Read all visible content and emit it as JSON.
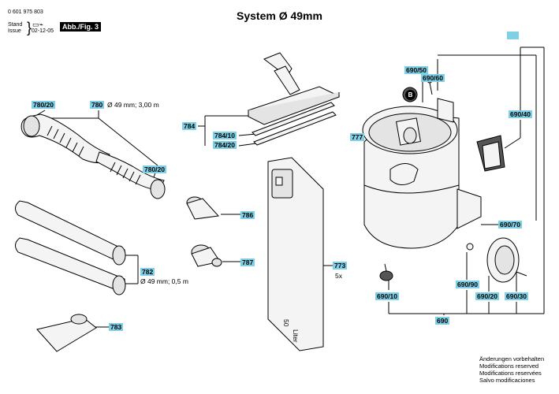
{
  "header": {
    "part_number": "0 601 975 803",
    "stand_label": "Stand",
    "issue_label": "Issue",
    "date": "02-12-05",
    "figure_label": "Abb./Fig. 3",
    "title": "System Ø 49mm"
  },
  "callouts": {
    "c780_20a": "780/20",
    "c780": "780",
    "c780_20b": "780/20",
    "c784": "784",
    "c784_10": "784/10",
    "c784_20": "784/20",
    "c786": "786",
    "c787": "787",
    "c782": "782",
    "c783": "783",
    "c773": "773",
    "c777": "777",
    "c690_50": "690/50",
    "c690_60": "690/60",
    "c690_40": "690/40",
    "c690_70": "690/70",
    "c690_90": "690/90",
    "c690_20": "690/20",
    "c690_30": "690/30",
    "c690_10": "690/10",
    "c690": "690",
    "cB": "B"
  },
  "specs": {
    "hose_long": "Ø 49 mm; 3,00 m",
    "tube_short": "Ø 49 mm; 0,5 m",
    "bag_qty": "5x",
    "bag_volume": "50",
    "bag_unit": "Liter"
  },
  "footer": {
    "line1": "Änderungen vorbehalten",
    "line2": "Modifications reserved",
    "line3": "Modifications reservées",
    "line4": "Salvo modificaciones"
  },
  "colors": {
    "callout_bg": "#7fd0e6"
  }
}
